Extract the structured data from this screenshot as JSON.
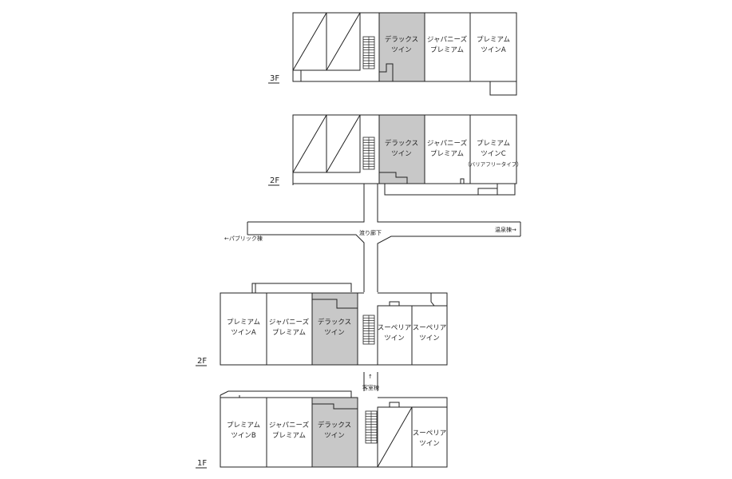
{
  "colors": {
    "line": "#222222",
    "deluxe_fill": "#c8c8c8",
    "room_fill": "#ffffff"
  },
  "floors": {
    "upper_3f": "3F",
    "upper_2f": "2F",
    "lower_2f": "2F",
    "lower_1f": "1F"
  },
  "corridor": {
    "name": "渡り廊下",
    "to_public": "←パブリック棟",
    "to_onsen": "温泉棟→",
    "to_guest": "客室棟"
  },
  "rooms": {
    "u3_deluxe": [
      "デラックス",
      "ツイン"
    ],
    "u3_japanese": [
      "ジャパニーズ",
      "プレミアム"
    ],
    "u3_premium": [
      "プレミアム",
      "ツインA"
    ],
    "u2_deluxe": [
      "デラックス",
      "ツイン"
    ],
    "u2_japanese": [
      "ジャパニーズ",
      "プレミアム"
    ],
    "u2_premium": [
      "プレミアム",
      "ツインC",
      "（バリアフリータイプ）"
    ],
    "l2_premium": [
      "プレミアム",
      "ツインA"
    ],
    "l2_japanese": [
      "ジャパニーズ",
      "プレミアム"
    ],
    "l2_deluxe": [
      "デラックス",
      "ツイン"
    ],
    "l2_superior1": [
      "スーペリア",
      "ツイン"
    ],
    "l2_superior2": [
      "スーペリア",
      "ツイン"
    ],
    "l1_premium": [
      "プレミアム",
      "ツインB"
    ],
    "l1_japanese": [
      "ジャパニーズ",
      "プレミアム"
    ],
    "l1_deluxe": [
      "デラックス",
      "ツイン"
    ],
    "l1_superior": [
      "スーペリア",
      "ツイン"
    ]
  }
}
